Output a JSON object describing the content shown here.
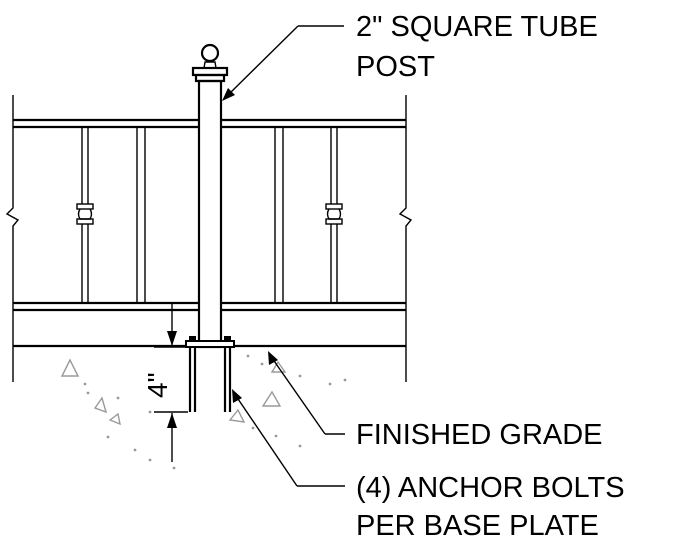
{
  "labels": {
    "post_line1": "2\" SQUARE TUBE",
    "post_line2": "POST",
    "grade": "FINISHED GRADE",
    "bolts_line1": "(4) ANCHOR BOLTS",
    "bolts_line2": "PER BASE PLATE",
    "embed_depth": "4\""
  }
}
